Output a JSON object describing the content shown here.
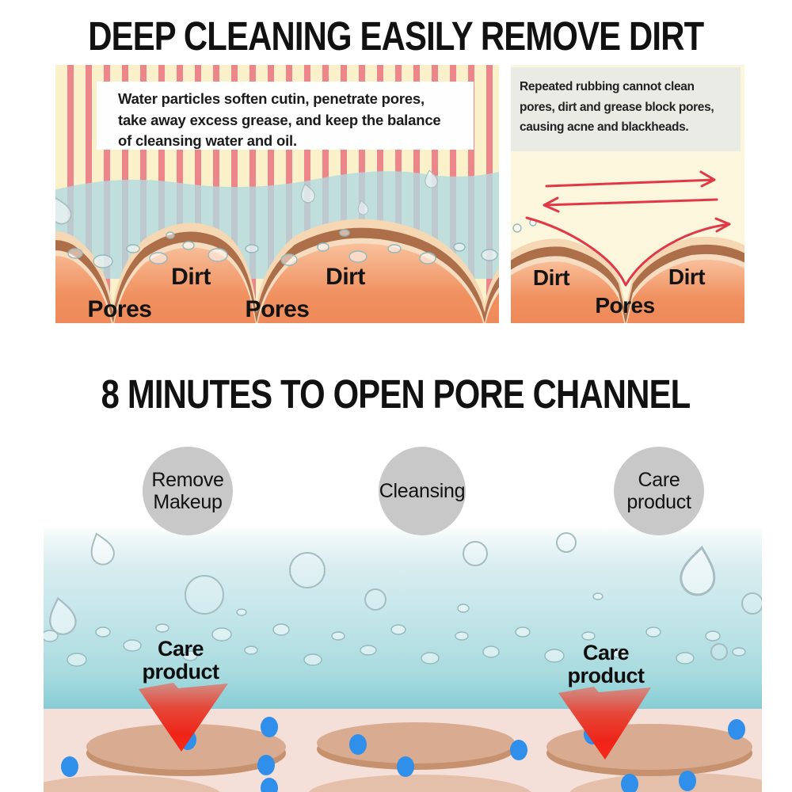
{
  "colors": {
    "title_text": "#111111",
    "stripe_red": "#ec868b",
    "stripe_cream": "#faf1ca",
    "panel_cream": "#fcf6dc",
    "gray_box": "#ebebe6",
    "water_band": "#b2d9df",
    "skin_outer_tan": "#f5d7b4",
    "skin_brown": "#ad6f49",
    "skin_inner_tan": "#f6dcc0",
    "skin_orange": "#ee8756",
    "arrow_red": "#e23747",
    "step_circle_gray": "#c8c8c8",
    "bottom_skin_pink": "#f5dfd9",
    "disc_tan": "#d9ab91",
    "disc_shadow": "#c5916f",
    "disc_light": "#e4bfa9",
    "particle_blue": "#2f8fea",
    "cone_red": "#ee2b22"
  },
  "header": {
    "title": "DEEP CLEANING EASILY REMOVE DIRT"
  },
  "comparison": {
    "left": {
      "description": "Water particles soften cutin, penetrate pores,\ntake away excess grease, and keep the balance\nof cleansing water and oil.",
      "dirt_labels": [
        "Dirt",
        "Dirt"
      ],
      "pore_labels": [
        "Pores",
        "Pores"
      ]
    },
    "right": {
      "description": "Repeated rubbing cannot clean\npores, dirt and grease block pores,\ncausing acne and blackheads.",
      "dirt_labels": [
        "Dirt",
        "Dirt"
      ],
      "pore_label": "Pores"
    }
  },
  "pore_channel": {
    "title": "8 MINUTES TO OPEN PORE CHANNEL",
    "steps": [
      "Remove\nMakeup",
      "Cleansing",
      "Care\nproduct"
    ],
    "care_product_labels": [
      "Care\nproduct",
      "Care\nproduct"
    ]
  }
}
